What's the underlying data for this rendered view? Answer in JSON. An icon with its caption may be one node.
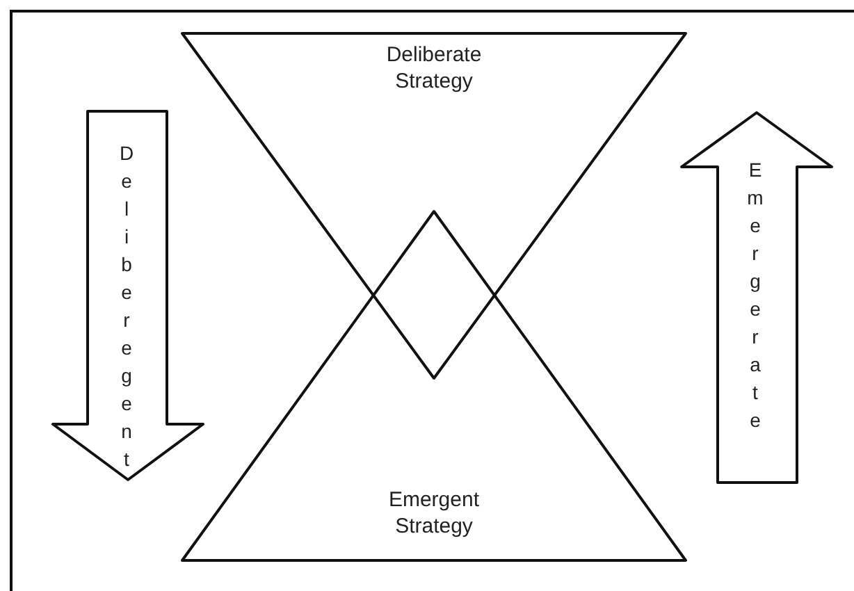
{
  "diagram": {
    "nodes": [
      {
        "text": [
          "Deliberate Strategy"
        ]
      },
      {
        "text": [
          "Deliberegent"
        ]
      },
      {
        "text": [
          "Emergerate"
        ]
      },
      {
        "text": [
          "Emergent Strategy"
        ]
      }
    ],
    "edges": []
  }
}
